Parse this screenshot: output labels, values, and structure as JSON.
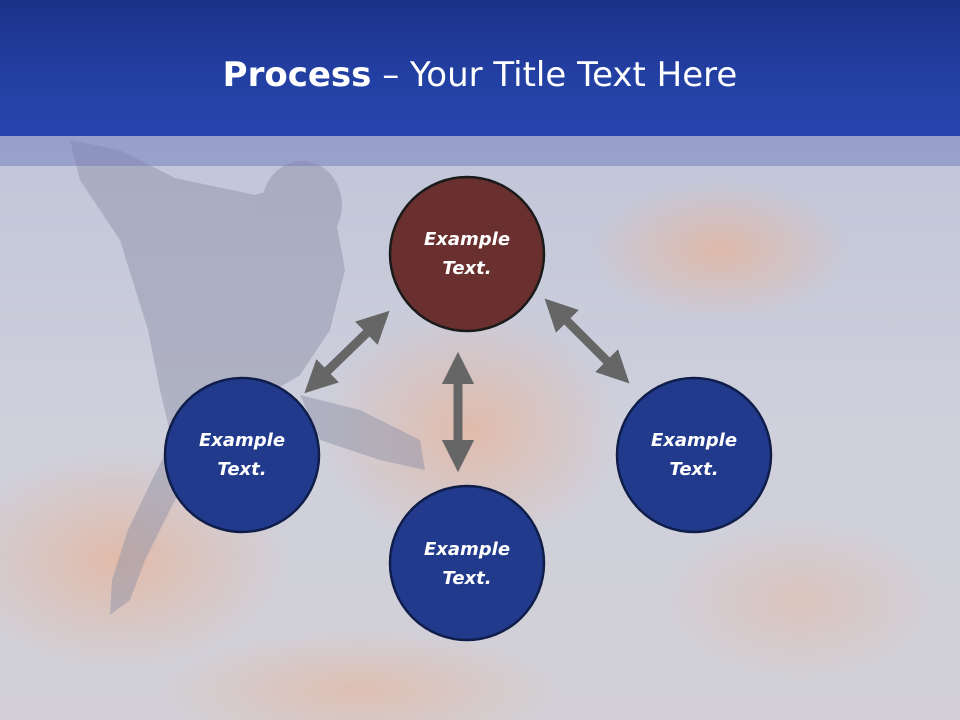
{
  "title": {
    "bold": "Process",
    "separator": " – ",
    "rest": "Your Title Text Here"
  },
  "nodes": [
    {
      "line1": "Example",
      "line2": "Text."
    },
    {
      "line1": "Example",
      "line2": "Text."
    },
    {
      "line1": "Example",
      "line2": "Text."
    },
    {
      "line1": "Example",
      "line2": "Text."
    }
  ],
  "colors": {
    "header": "#2340a4",
    "highlight_circle": "#6a2f2f",
    "circle": "#223a8c",
    "arrow": "#666666"
  }
}
